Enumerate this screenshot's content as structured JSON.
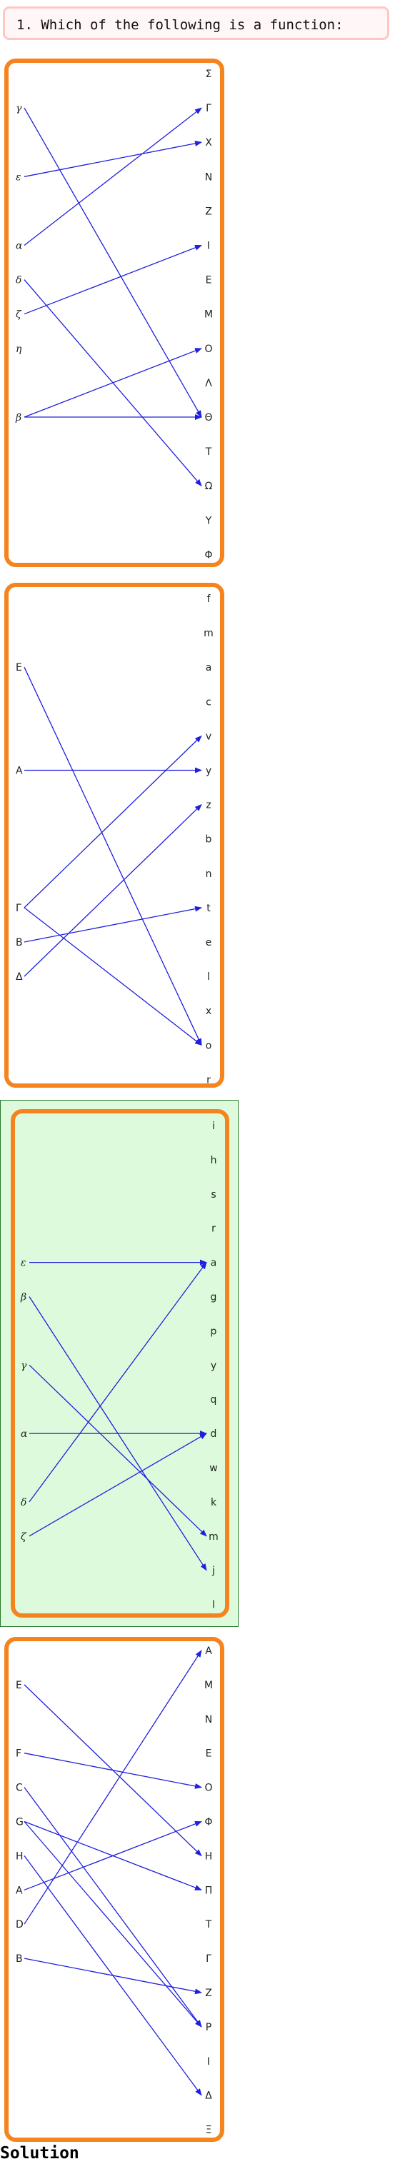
{
  "question": {
    "text": "1. Which of the following is a function:"
  },
  "solution_label": "Solution",
  "colors": {
    "panel_border": "#f5841f",
    "arrow": "#1f1fdd",
    "selected_bg": "#ddfbdc",
    "question_border": "#ffc6c6"
  },
  "options": [
    {
      "id": "option-1",
      "selected": false,
      "domain": [
        "γ",
        "ε",
        "α",
        "δ",
        "ζ",
        "η",
        "β"
      ],
      "domain_style": "italic",
      "codomain": [
        "Σ",
        "Γ",
        "X",
        "N",
        "Z",
        "I",
        "E",
        "M",
        "O",
        "Λ",
        "Θ",
        "T",
        "Ω",
        "Y",
        "Φ"
      ],
      "arrows": [
        [
          "γ",
          "Θ"
        ],
        [
          "ε",
          "X"
        ],
        [
          "α",
          "Γ"
        ],
        [
          "δ",
          "Ω"
        ],
        [
          "ζ",
          "I"
        ],
        [
          "β",
          "O"
        ],
        [
          "β",
          "Θ"
        ]
      ]
    },
    {
      "id": "option-2",
      "selected": false,
      "domain": [
        "E",
        "A",
        "Γ",
        "B",
        "Δ"
      ],
      "domain_style": "upright",
      "codomain": [
        "f",
        "m",
        "a",
        "c",
        "v",
        "y",
        "z",
        "b",
        "n",
        "t",
        "e",
        "l",
        "x",
        "o",
        "r"
      ],
      "arrows": [
        [
          "E",
          "o"
        ],
        [
          "A",
          "y"
        ],
        [
          "Γ",
          "v"
        ],
        [
          "Γ",
          "o"
        ],
        [
          "B",
          "t"
        ],
        [
          "Δ",
          "z"
        ]
      ]
    },
    {
      "id": "option-3",
      "selected": true,
      "domain": [
        "ε",
        "β",
        "γ",
        "α",
        "δ",
        "ζ"
      ],
      "domain_style": "italic",
      "codomain": [
        "i",
        "h",
        "s",
        "r",
        "a",
        "g",
        "p",
        "y",
        "q",
        "d",
        "w",
        "k",
        "m",
        "j",
        "l"
      ],
      "arrows": [
        [
          "ε",
          "a"
        ],
        [
          "β",
          "j"
        ],
        [
          "γ",
          "m"
        ],
        [
          "α",
          "d"
        ],
        [
          "δ",
          "a"
        ],
        [
          "ζ",
          "d"
        ]
      ]
    },
    {
      "id": "option-4",
      "selected": false,
      "domain": [
        "E",
        "F",
        "C",
        "G",
        "H",
        "A",
        "D",
        "B"
      ],
      "domain_style": "upright",
      "codomain": [
        "A",
        "M",
        "N",
        "E",
        "O",
        "Φ",
        "H",
        "Π",
        "T",
        "Γ",
        "Z",
        "P",
        "I",
        "Δ",
        "Ξ"
      ],
      "arrows": [
        [
          "E",
          "H"
        ],
        [
          "F",
          "O"
        ],
        [
          "C",
          "P"
        ],
        [
          "G",
          "Π"
        ],
        [
          "G",
          "P"
        ],
        [
          "H",
          "Δ"
        ],
        [
          "A",
          "Φ"
        ],
        [
          "D",
          "A"
        ],
        [
          "B",
          "Z"
        ]
      ]
    }
  ]
}
